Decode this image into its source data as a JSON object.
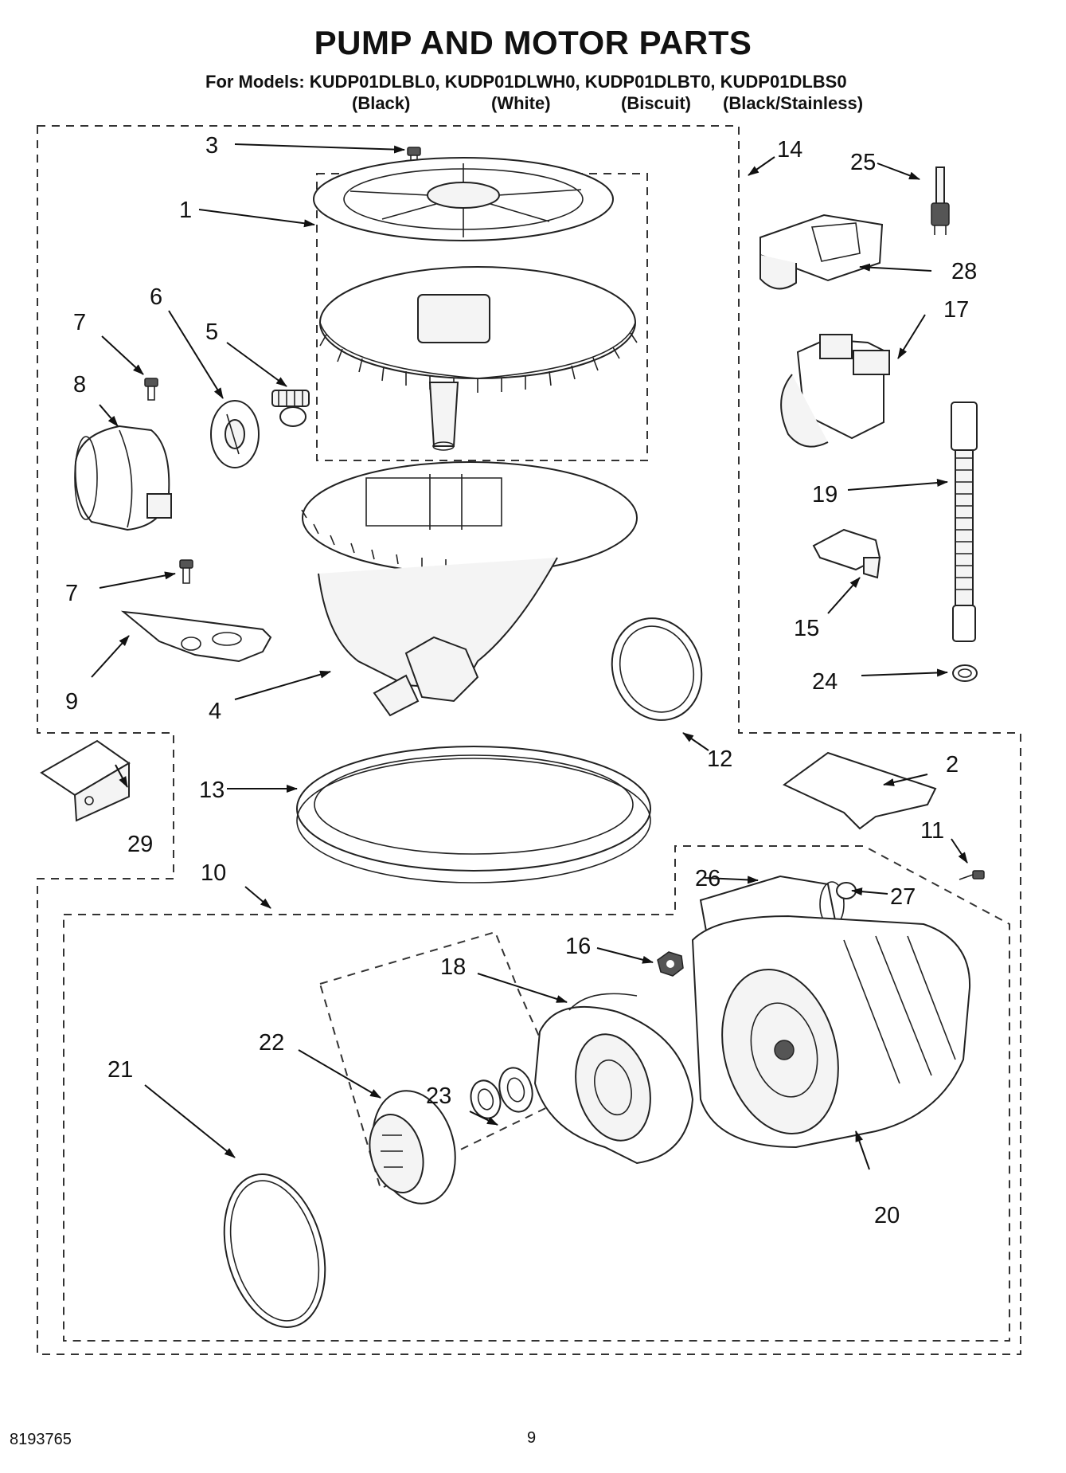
{
  "title": "PUMP AND MOTOR PARTS",
  "models_line": "For Models: KUDP01DLBL0, KUDP01DLWH0, KUDP01DLBT0, KUDP01DLBS0",
  "variants": [
    "(Black)",
    "(White)",
    "(Biscuit)",
    "(Black/Stainless)"
  ],
  "footer": {
    "doc_number": "8193765",
    "page_number": "9"
  },
  "callouts": {
    "c1": "1",
    "c2": "2",
    "c3": "3",
    "c4": "4",
    "c5": "5",
    "c6": "6",
    "c7a": "7",
    "c7b": "7",
    "c8": "8",
    "c9": "9",
    "c10": "10",
    "c11": "11",
    "c12": "12",
    "c13": "13",
    "c14": "14",
    "c15": "15",
    "c16": "16",
    "c17": "17",
    "c18": "18",
    "c19": "19",
    "c20": "20",
    "c21": "21",
    "c22": "22",
    "c23": "23",
    "c24": "24",
    "c25": "25",
    "c26": "26",
    "c27": "27",
    "c28": "28",
    "c29": "29"
  }
}
